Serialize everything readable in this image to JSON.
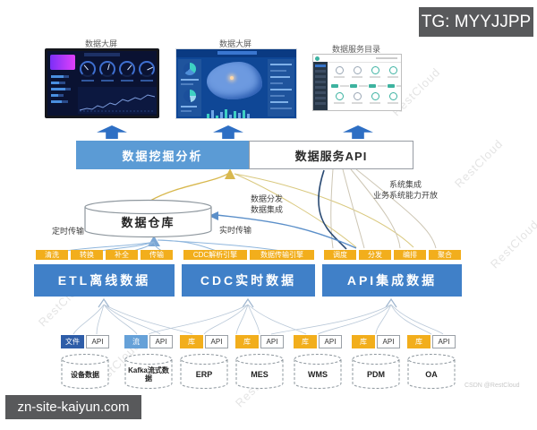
{
  "overlay": {
    "tg_tag": "TG: MYYJJPP",
    "site": "zn-site-kaiyun.com",
    "credit": "CSDN @RestCloud",
    "watermark": "RestCloud"
  },
  "screens": [
    {
      "label": "数据大屏"
    },
    {
      "label": "数据大屏"
    },
    {
      "label": "数据服务目录"
    }
  ],
  "service_bar": {
    "left": "数据挖掘分析",
    "right": "数据服务API"
  },
  "warehouse": {
    "label": "数据仓库"
  },
  "annotations": {
    "timed": "定时传输",
    "realtime": "实时传输",
    "distribute": "数据分发",
    "integrate": "数据集成",
    "sys_integration": "系统集成",
    "capability": "业务系统能力开放"
  },
  "pipelines": [
    {
      "label": "ETL离线数据",
      "tags": [
        "清洗",
        "转换",
        "补全",
        "传输"
      ]
    },
    {
      "label": "CDC实时数据",
      "tags": [
        "CDC解析引擎",
        "数据传输引擎"
      ]
    },
    {
      "label": "API集成数据",
      "tags": [
        "调度",
        "分发",
        "编排",
        "聚合"
      ]
    }
  ],
  "sources": [
    {
      "type": "文件",
      "api": "API",
      "name": "设备数据"
    },
    {
      "type": "流",
      "api": "API",
      "name": "Kafka流式数据"
    },
    {
      "type": "库",
      "api": "API",
      "name": "ERP"
    },
    {
      "type": "库",
      "api": "API",
      "name": "MES"
    },
    {
      "type": "库",
      "api": "API",
      "name": "WMS"
    },
    {
      "type": "库",
      "api": "API",
      "name": "PDM"
    },
    {
      "type": "库",
      "api": "API",
      "name": "OA"
    }
  ],
  "colors": {
    "pipeline_blue": "#4080c8",
    "bar_blue": "#5b9bd5",
    "tag_yellow": "#f2ae1c",
    "tag_file_blue": "#2e5da8",
    "tag_stream_blue": "#66a1d8",
    "up_arrow_blue": "#2e6fc4"
  }
}
